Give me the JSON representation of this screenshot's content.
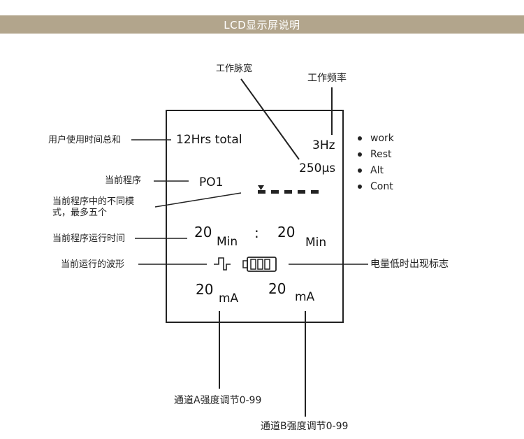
{
  "banner": {
    "title": "LCD显示屏说明"
  },
  "callouts": {
    "pulse_width": "工作脉宽",
    "frequency": "工作频率",
    "total_time": "用户使用时间总和",
    "current_program": "当前程序",
    "modes_line1": "当前程序中的不同模",
    "modes_line2": "式，最多五个",
    "run_time": "当前程序运行时间",
    "waveform": "当前运行的波形",
    "low_battery": "电量低时出现标志",
    "channel_a": "通道A强度调节0-99",
    "channel_b": "通道B强度调节0-99"
  },
  "lcd": {
    "total": "12Hrs total",
    "frequency": "3Hz",
    "pulse_width": "250μs",
    "program": "PO1",
    "time_left_value": "20",
    "time_left_unit": "Min",
    "time_separator": ":",
    "time_right_value": "20",
    "time_right_unit": "Min",
    "channel_a_value": "20",
    "channel_a_unit": "mA",
    "channel_b_value": "20",
    "channel_b_unit": "mA"
  },
  "modes": [
    "work",
    "Rest",
    "Alt",
    "Cont"
  ]
}
